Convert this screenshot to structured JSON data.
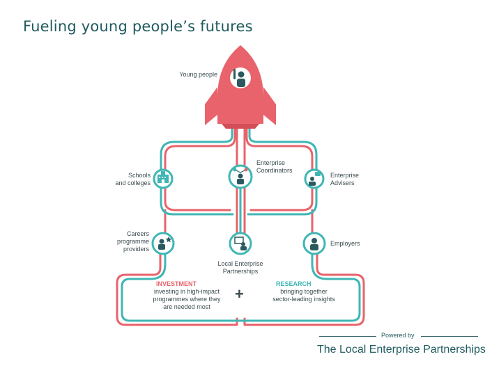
{
  "title": "Fueling young people’s futures",
  "nodes": {
    "young_people": "Young people",
    "enterprise_coordinators": "Enterprise\nCoordinators",
    "schools": "Schools\nand colleges",
    "enterprise_advisers": "Enterprise\nAdvisers",
    "careers": "Careers\nprogramme\nproviders",
    "employers": "Employers",
    "lep": "Local Enterprise\nPartnerships"
  },
  "investment": {
    "heading": "INVESTMENT",
    "text": "investing in high-impact\nprogrammes where they\nare needed most"
  },
  "research": {
    "heading": "RESEARCH",
    "text": "bringing together\nsector-leading insights"
  },
  "plus": "+",
  "footer": {
    "powered_by": "Powered by",
    "brand": "The Local Enterprise Partnerships"
  },
  "colors": {
    "red": "#e8636b",
    "teal": "#3fb6b4",
    "dark": "#2a5a5f"
  },
  "icons": [
    "rocket-icon",
    "person-raising-hand-icon",
    "school-icon",
    "network-person-icon",
    "adviser-chat-icon",
    "person-star-icon",
    "presenter-icon",
    "employer-icon"
  ]
}
